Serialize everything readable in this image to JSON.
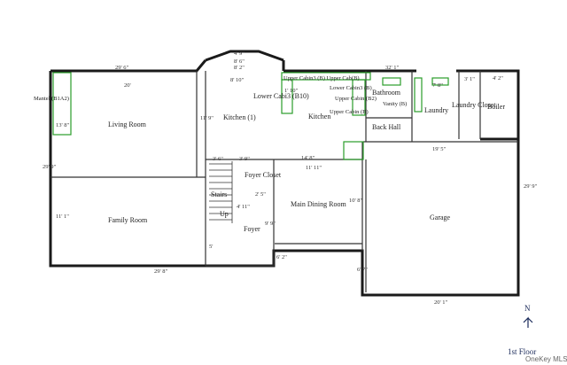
{
  "rooms": {
    "living_room": "Living Room",
    "family_room": "Family Room",
    "kitchen": "Kitchen  (1)",
    "kitchen2": "Kitchen",
    "lower_cabinet": "Lower Cabi3 (B10)",
    "foyer": "Foyer",
    "foyer_closet": "Foyer Closet",
    "stairs": "Stairs",
    "up": "Up",
    "main_dining": "Main Dining Room",
    "bathroom": "Bathroom",
    "back_hall": "Back Hall",
    "laundry": "Laundry",
    "laundry_closet": "Laundry Closet",
    "boiler": "Boiler",
    "garage": "Garage",
    "vanity": "Vanity (B)",
    "upper_cabinet": "Upper Cabin (B2)",
    "upper_cabinet2": "Upper Cabin (B)",
    "mantel": "Mantel (B1A2)",
    "upper_row": "Upper Cabin3 (B) Upper Cab(B)",
    "upper_row2": "Lower Cabin3 (B)"
  },
  "dims": {
    "top_left": "29' 6\"",
    "living_width": "20'",
    "kitchen_top": "8' 10\"",
    "bay1": "4' 9\"",
    "bay2": "8' 6\"",
    "bay3": "8' 2\"",
    "top_right": "32' 1\"",
    "right_top": "4' 2\"",
    "bath_w": "7' 8\"",
    "kitchen_h": "11' 9\"",
    "living_h": "13' 8\"",
    "left_h": "29' 9\"",
    "family_h": "11' 1\"",
    "stair_w": "3' 6\"",
    "stair2": "3' 9\"",
    "mid_w": "14' 8\"",
    "dining_w": "11' 11\"",
    "garage_w": "19' 5\"",
    "right_h": "29' 9\"",
    "bottom_left": "29' 8\"",
    "garage_bottom": "20' 1\"",
    "dining_h": "10' 8\"",
    "foyer_h": "9' 9\"",
    "foyer2": "6' 2\"",
    "garage_left": "6' 7\"",
    "foyer_small": "2' 5\"",
    "stair_h": "4' 11\"",
    "foyer_h2": "5'",
    "sub1": "3' 1\"",
    "kitchen_small": "1' 10\""
  },
  "labels": {
    "north": "N",
    "floor": "1st Floor",
    "watermark": "OneKey MLS"
  }
}
